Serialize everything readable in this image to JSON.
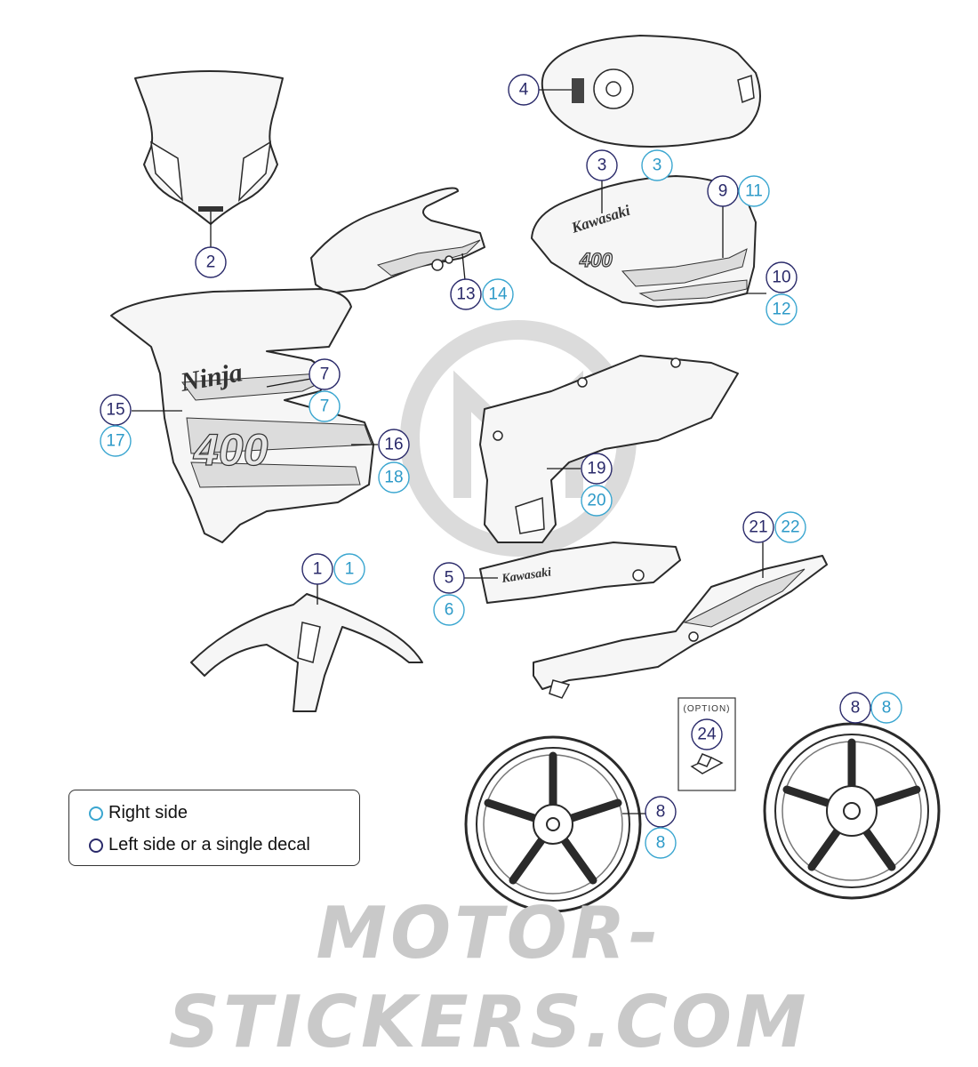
{
  "legend": {
    "right_side": "Right side",
    "left_side": "Left side or a single decal",
    "right_color": "#3aa6d0",
    "left_color": "#2a2a6a"
  },
  "option_label": "(OPTION)",
  "decal_texts": {
    "ninja": "Ninja",
    "tank_brand": "Kawasaki",
    "tank_model": "400",
    "fairing_model": "400",
    "under_cowl_brand": "Kawasaki"
  },
  "callouts": {
    "c1_left": "1",
    "c1_right": "1",
    "c2_left": "2",
    "c3_left": "3",
    "c3_right": "3",
    "c4_left": "4",
    "c5_left": "5",
    "c6_right": "6",
    "c7_left": "7",
    "c7_right": "7",
    "c8_front_left": "8",
    "c8_front_right": "8",
    "c8_rear_left": "8",
    "c8_rear_right": "8",
    "c9_left": "9",
    "c11_right": "11",
    "c10_left": "10",
    "c12_right": "12",
    "c13_left": "13",
    "c14_right": "14",
    "c15_left": "15",
    "c17_right": "17",
    "c16_left": "16",
    "c18_right": "18",
    "c19_left": "19",
    "c20_right": "20",
    "c21_left": "21",
    "c22_right": "22",
    "c24_left": "24"
  },
  "watermark": "MOTOR-STICKERS.COM"
}
